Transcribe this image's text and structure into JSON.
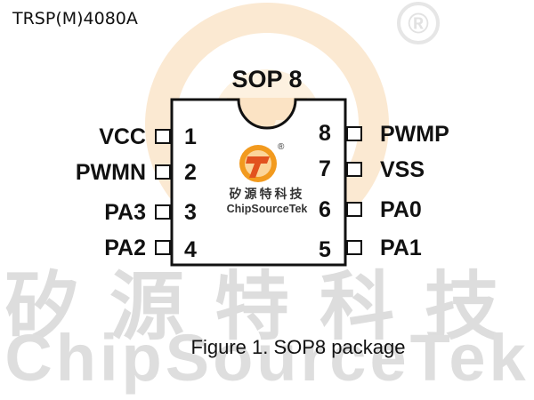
{
  "header": {
    "part_number": "TRSP(M)4080A",
    "registered_symbol": "®"
  },
  "watermark": {
    "chinese": "矽源特科技",
    "english": "ChipSourceTek"
  },
  "package": {
    "title": "SOP 8"
  },
  "pins": {
    "left": [
      {
        "number": "1",
        "name": "VCC"
      },
      {
        "number": "2",
        "name": "PWMN"
      },
      {
        "number": "3",
        "name": "PA3"
      },
      {
        "number": "4",
        "name": "PA2"
      }
    ],
    "right": [
      {
        "number": "8",
        "name": "PWMP"
      },
      {
        "number": "7",
        "name": "VSS"
      },
      {
        "number": "6",
        "name": "PA0"
      },
      {
        "number": "5",
        "name": "PA1"
      }
    ]
  },
  "logo": {
    "chinese": "矽源特科技",
    "english": "ChipSourceTek",
    "registered": "®"
  },
  "caption": "Figure 1. SOP8 package",
  "colors": {
    "logo_orange": "#f29a1e",
    "logo_red": "#e2521f",
    "watermark": "#dddddd",
    "ink": "#111111"
  }
}
